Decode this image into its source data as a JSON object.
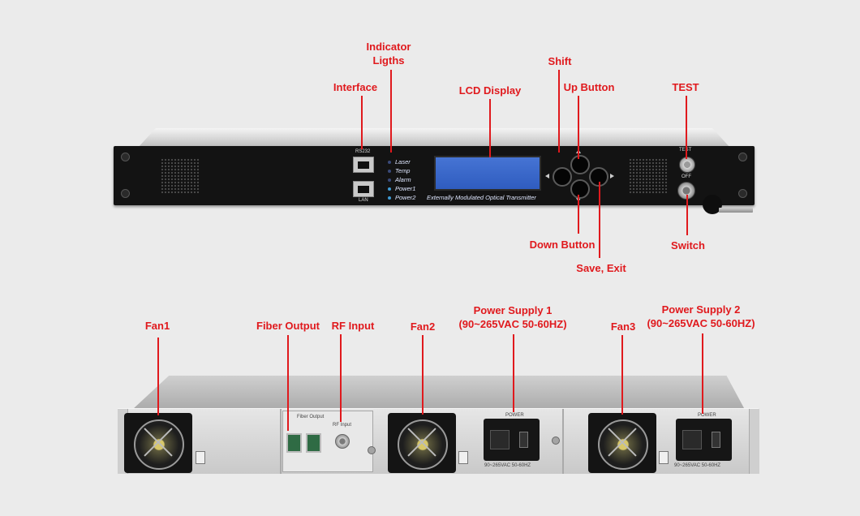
{
  "front_panel": {
    "rs232_label": "RS232",
    "lan_label": "LAN",
    "indicators": [
      "Laser",
      "Temp",
      "Alarm",
      "Power1",
      "Power2"
    ],
    "model_caption": "Externally Modulated Optical Transmitter",
    "test_label": "TEST",
    "off_label": "OFF"
  },
  "rear_panel": {
    "fiber_output_label": "Fiber Output",
    "rf_input_label": "RF Input",
    "power_label_1": "POWER",
    "power_rating_1": "90~265VAC 50-60HZ",
    "power_label_2": "POWER",
    "power_rating_2": "90~265VAC 50-60HZ"
  },
  "callouts": {
    "indicator_lights_1": "Indicator",
    "indicator_lights_2": "Ligths",
    "interface": "Interface",
    "lcd_display": "LCD Display",
    "shift": "Shift",
    "up_button": "Up Button",
    "test": "TEST",
    "down_button": "Down Button",
    "switch": "Switch",
    "save_exit": "Save, Exit",
    "fan1": "Fan1",
    "fiber_output": "Fiber Output",
    "rf_input": "RF Input",
    "fan2": "Fan2",
    "power_supply_1_a": "Power Supply 1",
    "power_supply_1_b": "(90~265VAC 50-60HZ)",
    "fan3": "Fan3",
    "power_supply_2_a": "Power Supply 2",
    "power_supply_2_b": "(90~265VAC 50-60HZ)"
  },
  "colors": {
    "callout": "#e0191d",
    "front_panel": "#131313",
    "lcd": "#3a67cc",
    "rear_chassis": "#d6d6d6",
    "background": "#ebebeb"
  }
}
